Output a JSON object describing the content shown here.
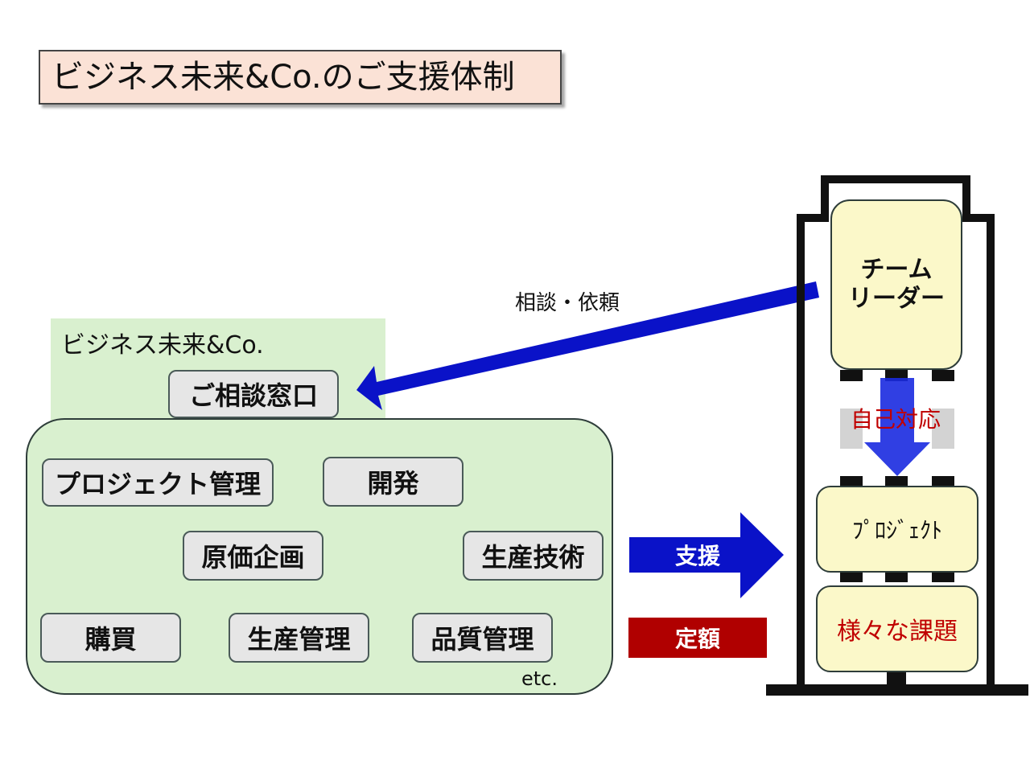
{
  "title": "ビジネス未来&Co.のご支援体制",
  "company": {
    "name": "ビジネス未来&Co.",
    "contact_window": "ご相談窓口"
  },
  "departments": {
    "project_management": "プロジェクト管理",
    "development": "開発",
    "cost_planning": "原価企画",
    "production_engineering": "生産技術",
    "purchasing": "購買",
    "production_management": "生産管理",
    "quality_management": "品質管理",
    "etc": "etc."
  },
  "arrows": {
    "consult_request": "相談・依頼",
    "support": "支援",
    "fixed_fee": "定額"
  },
  "client": {
    "team_leader_line1": "チーム",
    "team_leader_line2": "リーダー",
    "self_handling": "自己対応",
    "project": "ﾌﾟﾛｼﾞｪｸﾄ",
    "issues": "様々な課題"
  },
  "colors": {
    "arrow_blue": "#0a12c8",
    "fixed_fee_red": "#b00000",
    "panel_green": "#d9f0cf",
    "box_yellow": "#fbf8c9",
    "title_bg": "#fbe2d6",
    "red_text": "#c00000"
  }
}
